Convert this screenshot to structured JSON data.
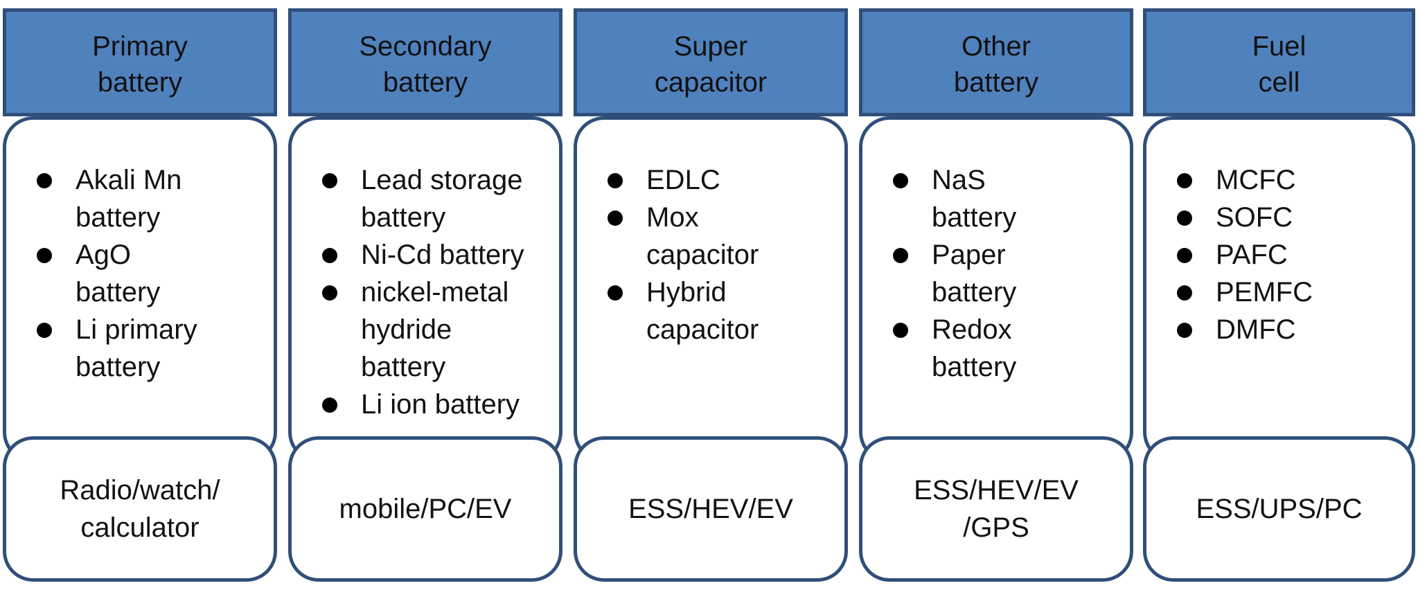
{
  "columns": [
    {
      "header": "Primary\nbattery",
      "items": [
        "Akali Mn\nbattery",
        "AgO\nbattery",
        "Li primary\nbattery"
      ],
      "use": "Radio/watch/\ncalculator"
    },
    {
      "header": "Secondary\nbattery",
      "items": [
        "Lead storage\nbattery",
        "Ni-Cd battery",
        "nickel-metal\nhydride\nbattery",
        "Li ion battery"
      ],
      "use": "mobile/PC/EV"
    },
    {
      "header": "Super\ncapacitor",
      "items": [
        "EDLC",
        "Mox\ncapacitor",
        "Hybrid\ncapacitor"
      ],
      "use": "ESS/HEV/EV"
    },
    {
      "header": "Other\nbattery",
      "items": [
        "NaS\nbattery",
        "Paper\nbattery",
        "Redox\nbattery"
      ],
      "use": "ESS/HEV/EV\n/GPS"
    },
    {
      "header": "Fuel\ncell",
      "items": [
        "MCFC",
        "SOFC",
        "PAFC",
        "PEMFC",
        "DMFC"
      ],
      "use": "ESS/UPS/PC"
    }
  ],
  "colors": {
    "header_fill": "#4f81bd",
    "border": "#2f4f7a"
  }
}
